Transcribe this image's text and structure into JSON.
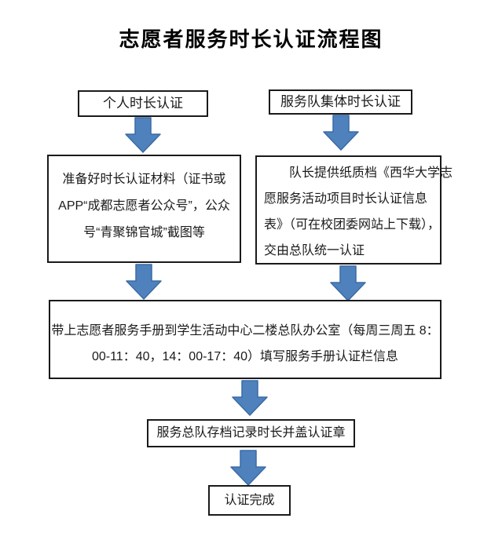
{
  "page": {
    "title": "志愿者服务时长认证流程图"
  },
  "colors": {
    "arrow_fill": "#4f81bd",
    "arrow_border": "#3a6ba5",
    "box_border": "#1a1a1a"
  },
  "icons": {
    "down_arrow": "block-down-arrow"
  },
  "flow": {
    "personal_branch": {
      "start_label": "个人时长认证",
      "prepare_lines": [
        "准备好时长认证材料（证书或",
        "APP“成都志愿者公众号”，公众",
        "号“青聚锦官城”截图等"
      ]
    },
    "team_branch": {
      "start_label": "服务队集体时长认证",
      "leader_lines": [
        "队长提供纸质档《西华大学志",
        "愿服务活动项目时长认证信息",
        "表》（可在校团委网站上下载），",
        "交由总队统一认证"
      ]
    },
    "office_lines": [
      "带上志愿者服务手册到学生活动中心二楼总队办公室（每周三周五 8：",
      "00-11：40，14：00-17：40）填写服务手册认证栏信息"
    ],
    "archive_label": "服务总队存档记录时长并盖认证章",
    "complete_label": "认证完成"
  }
}
